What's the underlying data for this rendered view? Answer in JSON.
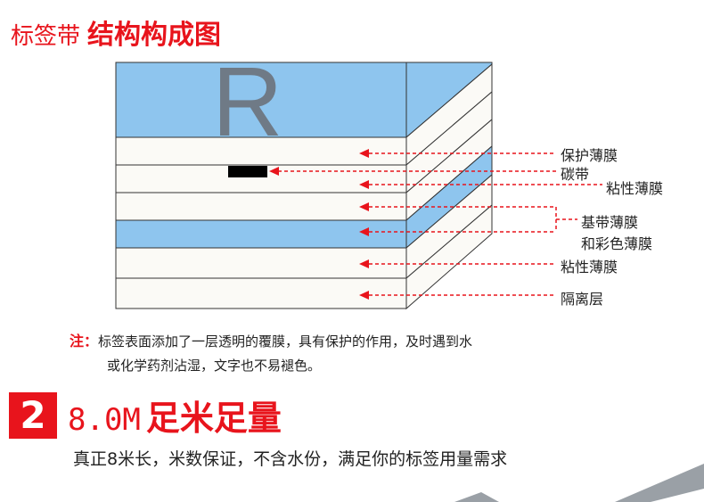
{
  "header": {
    "title_small": "标签带",
    "title_big": "结构构成图"
  },
  "diagram": {
    "logo_letter": "R",
    "colors": {
      "blue": "#8ec5ee",
      "white": "#fbfaf6",
      "arrow": "#e8141c",
      "black": "#000000"
    },
    "labels": {
      "protective_film": "保护薄膜",
      "carbon_ribbon": "碳带",
      "adhesive_film_1": "粘性薄膜",
      "base_film_1": "基带薄膜",
      "base_film_2": "和彩色薄膜",
      "adhesive_film_2": "粘性薄膜",
      "separator": "隔离层"
    }
  },
  "note": {
    "prefix": "注：",
    "line1": "标签表面添加了一层透明的覆膜，具有保护的作用，及时遇到水",
    "line2": "或化学药剂沾湿，文字也不易褪色。"
  },
  "section2": {
    "number": "2",
    "metric": "8.0M",
    "title": "足米足量",
    "description": "真正8米长，米数保证，不含水份，满足你的标签用量需求"
  }
}
